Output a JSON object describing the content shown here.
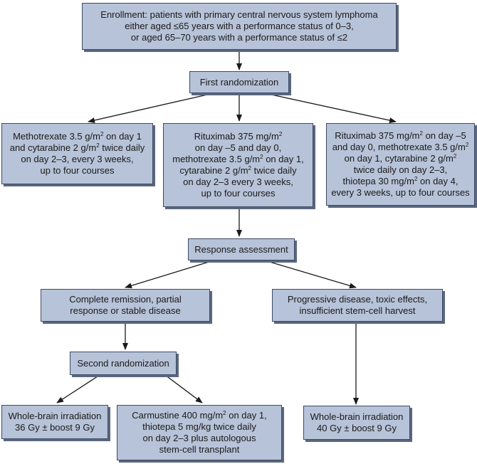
{
  "nodes": {
    "enrollment": {
      "lines": [
        "Enrollment: patients with primary central nervous system lymphoma",
        "either aged ≤65 years with a performance status of 0–3,",
        "or aged 65–70 years with a performance status of ≤2"
      ]
    },
    "first_randomization": {
      "lines": [
        "First randomization"
      ]
    },
    "arm_a": {
      "lines": [
        "Methotrexate 3.5 g/m{2} on day 1",
        "and cytarabine 2 g/m{2} twice daily",
        "on day 2–3, every 3 weeks,",
        "up to four courses"
      ]
    },
    "arm_b": {
      "lines": [
        "Rituximab 375 mg/m{2}",
        "on day –5 and day 0,",
        "methotrexate 3.5 g/m{2} on day 1,",
        "cytarabine 2 g/m{2} twice daily",
        "on day 2–3 every 3 weeks,",
        "up to four courses"
      ]
    },
    "arm_c": {
      "lines": [
        "Rituximab 375 mg/m{2} on day –5",
        "and day 0, methotrexate 3.5 g/m{2}",
        "on day 1, cytarabine 2 g/m{2}",
        "twice daily on day 2–3,",
        "thiotepa 30 mg/m{2} on day 4,",
        "every 3 weeks, up to four courses"
      ]
    },
    "response_assessment": {
      "lines": [
        "Response assessment"
      ]
    },
    "complete_remission": {
      "lines": [
        "Complete remission, partial",
        "response or stable disease"
      ]
    },
    "progressive_disease": {
      "lines": [
        "Progressive disease, toxic effects,",
        "insufficient stem-cell harvest"
      ]
    },
    "second_randomization": {
      "lines": [
        "Second randomization"
      ]
    },
    "wbi_36": {
      "lines": [
        "Whole-brain irradiation",
        "36 Gy ± boost 9 Gy"
      ]
    },
    "carmustine": {
      "lines": [
        "Carmustine 400 mg/m{2} on day 1,",
        "thiotepa 5 mg/kg twice daily",
        "on day 2–3 plus autologous",
        "stem-cell transplant"
      ]
    },
    "wbi_40": {
      "lines": [
        "Whole-brain irradiation",
        "40 Gy ± boost 9 Gy"
      ]
    }
  },
  "colors": {
    "box_fill": "#b7c3d8",
    "box_border": "#3d4a63",
    "box_shadow": "#5b6780",
    "arrow": "#1a1a1a"
  }
}
